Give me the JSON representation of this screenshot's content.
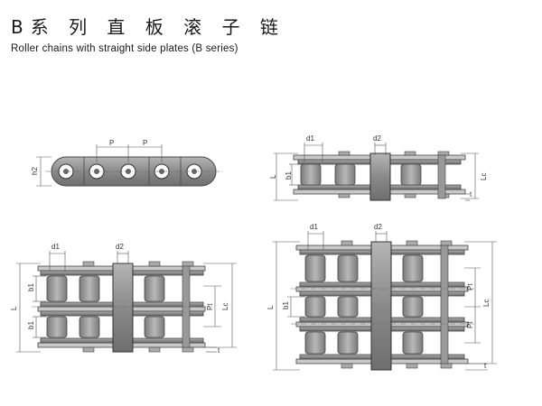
{
  "header": {
    "title": "B系 列 直 板 滚 子 链",
    "subtitle": "Roller chains with straight side plates (B series)"
  },
  "labels": {
    "P": "P",
    "h2": "h2",
    "d1": "d1",
    "d2": "d2",
    "b1": "b1",
    "L": "L",
    "Lc": "Lc",
    "Pt": "Pt",
    "t": "t"
  },
  "colors": {
    "plate": "#8f8f8f",
    "roller": "#9a9a9a",
    "line": "#555555"
  }
}
